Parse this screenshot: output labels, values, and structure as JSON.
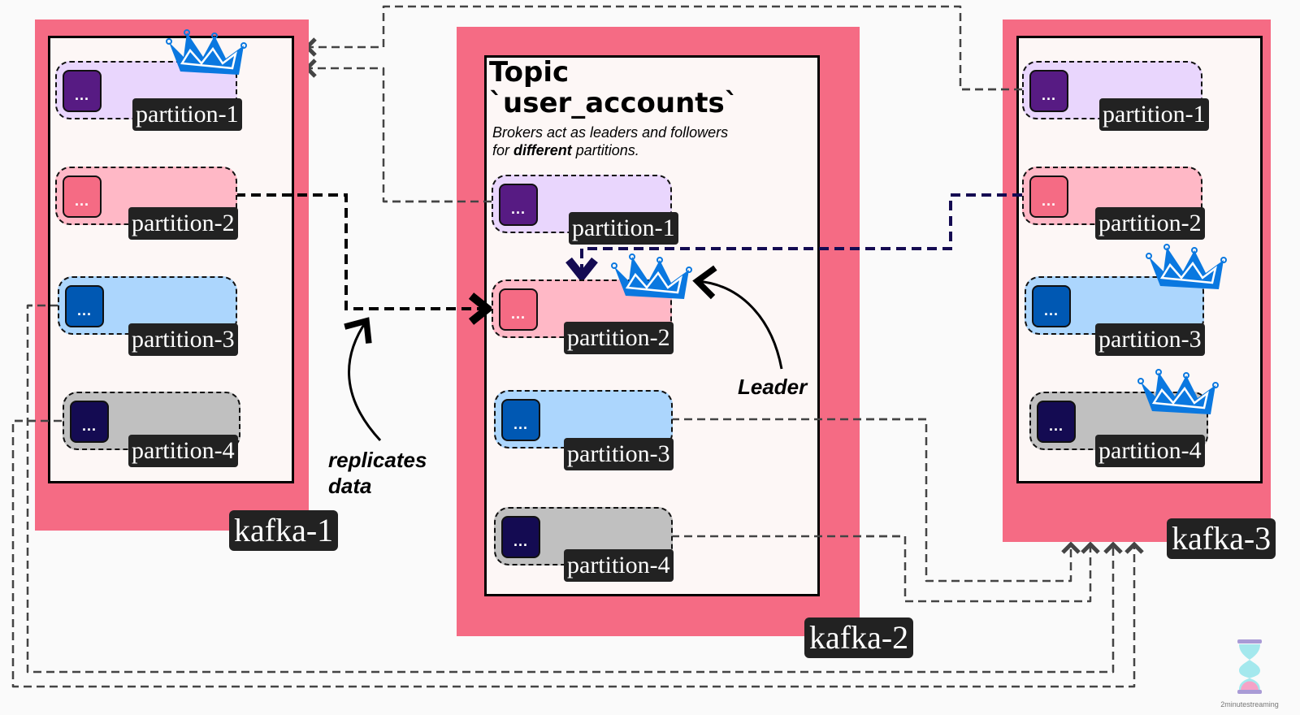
{
  "topic": {
    "title_line1": "Topic",
    "title_line2": "`user_accounts`",
    "subtitle_pre": "Brokers act as leaders and followers",
    "subtitle_for": "for ",
    "subtitle_bold": "different",
    "subtitle_post": " partitions."
  },
  "annotations": {
    "replicates_line1": "replicates",
    "replicates_line2": "data",
    "leader": "Leader"
  },
  "colors": {
    "broker": "#f56b84",
    "partition_1": {
      "bg": "#e9d6fd",
      "square": "#571b83"
    },
    "partition_2": {
      "bg": "#ffb8c6",
      "square": "#f56b84"
    },
    "partition_3": {
      "bg": "#acd6fd",
      "square": "#0058b3"
    },
    "partition_4": {
      "bg": "#c0c0c0",
      "square": "#140b52"
    },
    "crown": "#0a78e0"
  },
  "brokers": [
    {
      "name": "kafka-1",
      "leader_of": "partition-1",
      "partitions": [
        "partition-1",
        "partition-2",
        "partition-3",
        "partition-4"
      ]
    },
    {
      "name": "kafka-2",
      "leader_of": "partition-2",
      "partitions": [
        "partition-1",
        "partition-2",
        "partition-3",
        "partition-4"
      ]
    },
    {
      "name": "kafka-3",
      "leader_of": [
        "partition-3",
        "partition-4"
      ],
      "partitions": [
        "partition-1",
        "partition-2",
        "partition-3",
        "partition-4"
      ]
    }
  ],
  "square_glyph": "...",
  "logo": {
    "text": "2minutestreaming"
  }
}
